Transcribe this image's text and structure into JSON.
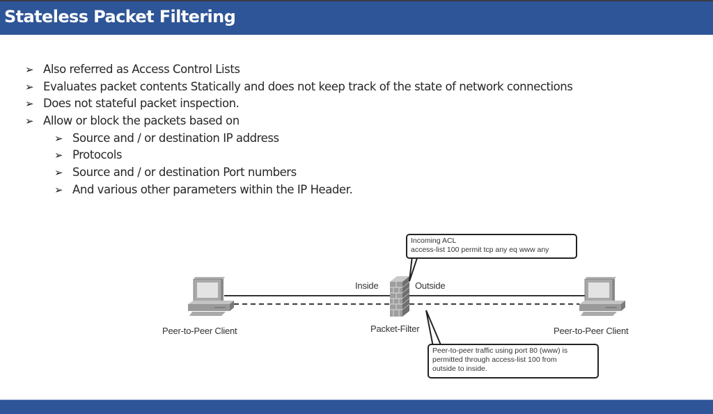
{
  "slide": {
    "title": "Stateless Packet Filtering",
    "bullets": [
      {
        "level": 1,
        "text": "Also referred as Access Control Lists"
      },
      {
        "level": 1,
        "text": "Evaluates packet contents Statically and does not keep track of the state of network connections"
      },
      {
        "level": 1,
        "text": "Does not stateful packet inspection."
      },
      {
        "level": 1,
        "text": "Allow or block the packets based on"
      },
      {
        "level": 2,
        "text": "Source and / or destination IP address"
      },
      {
        "level": 2,
        "text": "Protocols"
      },
      {
        "level": 2,
        "text": "Source and / or destination Port numbers"
      },
      {
        "level": 2,
        "text": "And various other parameters within the IP Header."
      }
    ],
    "bullet_glyph": "➢"
  },
  "diagram": {
    "left_client_label": "Peer-to-Peer Client",
    "right_client_label": "Peer-to-Peer Client",
    "filter_label": "Packet-Filter",
    "inside_label": "Inside",
    "outside_label": "Outside",
    "acl_callout": {
      "line1": "Incoming ACL",
      "line2": "access-list 100 permit tcp any eq www any"
    },
    "traffic_callout": {
      "line1": "Peer-to-peer traffic using port 80 (www) is",
      "line2": "permitted through access-list 100 from",
      "line3": "outside to inside."
    },
    "icons": {
      "client": "desktop-computer-icon",
      "filter": "firewall-brick-wall-icon"
    }
  },
  "colors": {
    "header_bar": "#2e5597",
    "footer_bar": "#2e5597",
    "title_text": "#ffffff",
    "body_text": "#262626"
  }
}
